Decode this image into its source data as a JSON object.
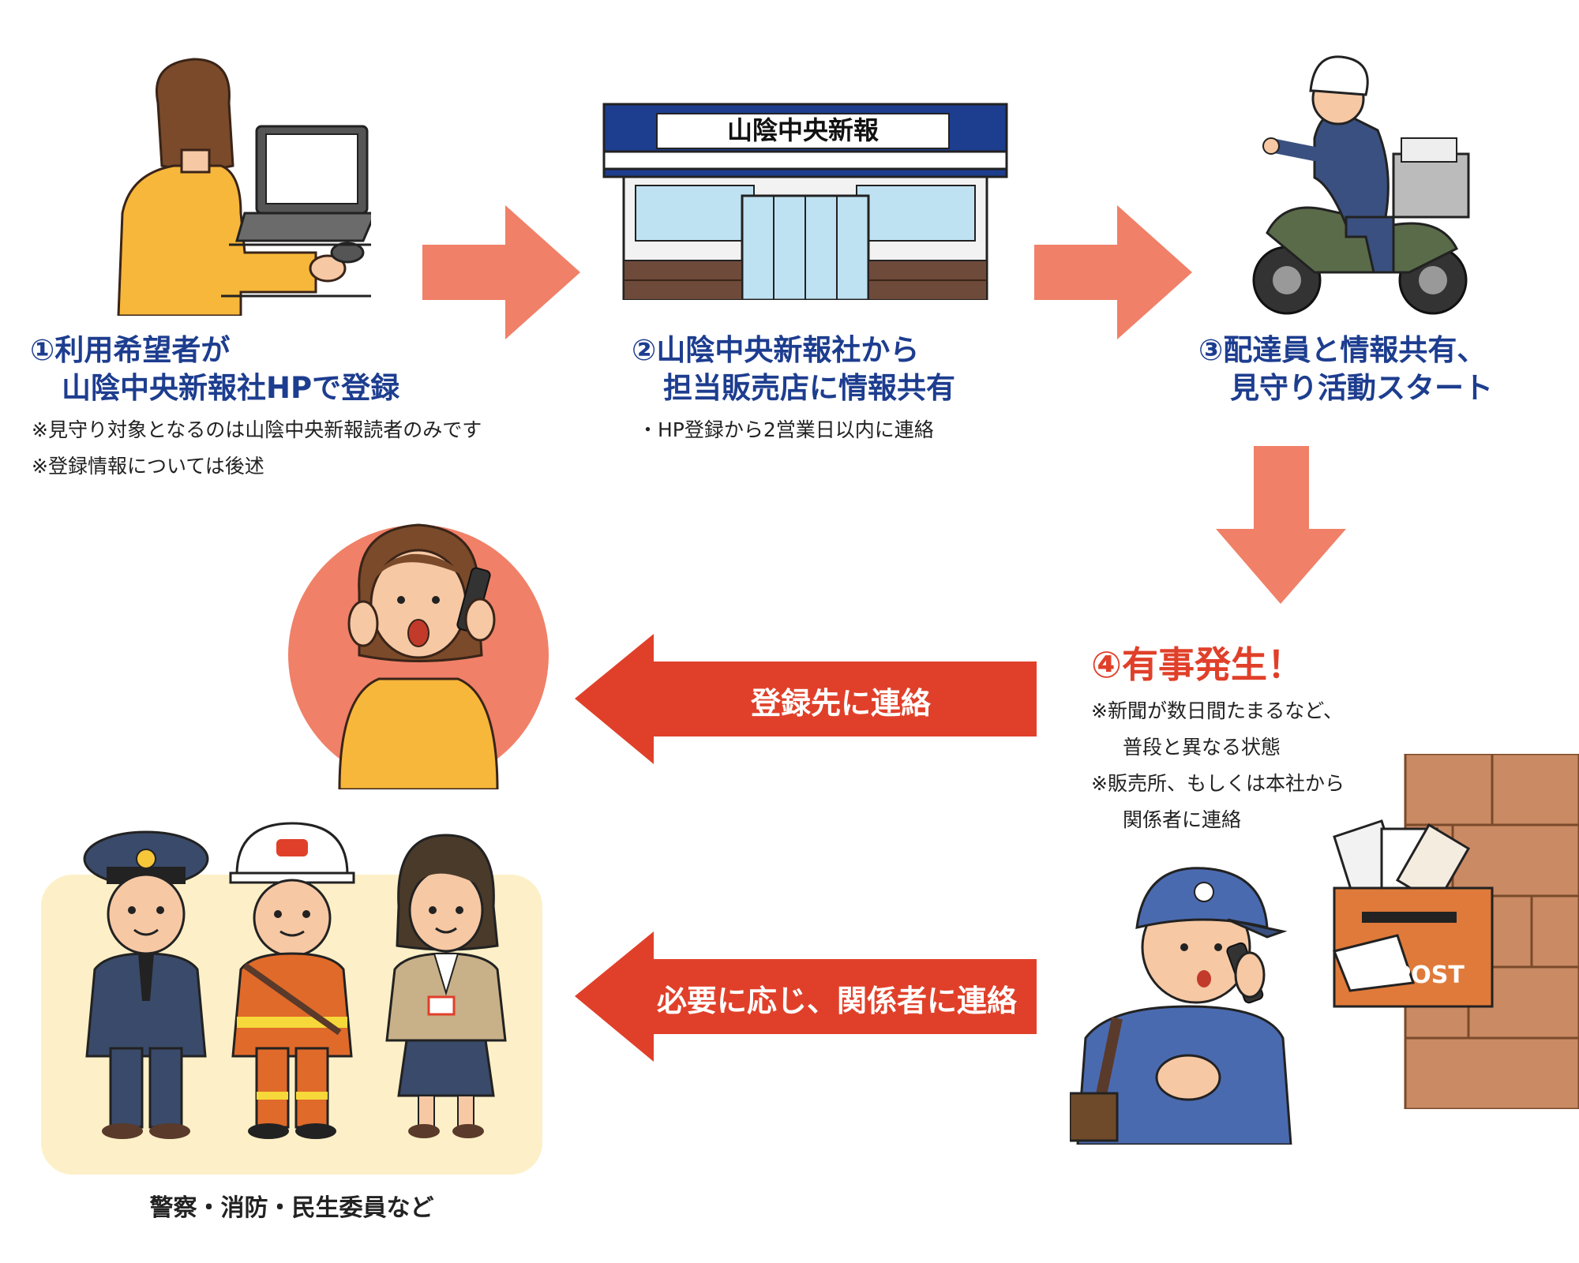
{
  "step1": {
    "title_line1": "①利用希望者が",
    "title_line2": "山陰中央新報社HPで登録",
    "notes": [
      "※見守り対象となるのは山陰中央新報読者のみです",
      "※登録情報については後述"
    ]
  },
  "step2": {
    "title_line1": "②山陰中央新報社から",
    "title_line2": "担当販売店に情報共有",
    "note": "・HP登録から2営業日以内に連絡"
  },
  "step3": {
    "title_line1": "③配達員と情報共有、",
    "title_line2": "見守り活動スタート"
  },
  "step4": {
    "title": "④有事発生！",
    "notes": [
      "※新聞が数日間たまるなど、",
      "普段と異なる状態",
      "※販売所、もしくは本社から",
      "関係者に連絡"
    ]
  },
  "store_sign": "山陰中央新報",
  "mailbox_label": "POST",
  "arrow_contact_registrant": "登録先に連絡",
  "arrow_contact_parties": "必要に応じ、関係者に連絡",
  "parties_caption": "警察・消防・民生委員など",
  "colors": {
    "title_blue": "#1d3d8f",
    "accent_red": "#e0402a",
    "flow_arrow_salmon": "#f08068",
    "circle_salmon": "#f08068",
    "group_bg": "#fdf0c8"
  },
  "icons": [
    "person-at-laptop",
    "newspaper-store",
    "delivery-scooter",
    "worried-caller",
    "police-officer",
    "firefighter",
    "welfare-officer",
    "newspaper-deliverer",
    "overflowing-mailbox"
  ]
}
